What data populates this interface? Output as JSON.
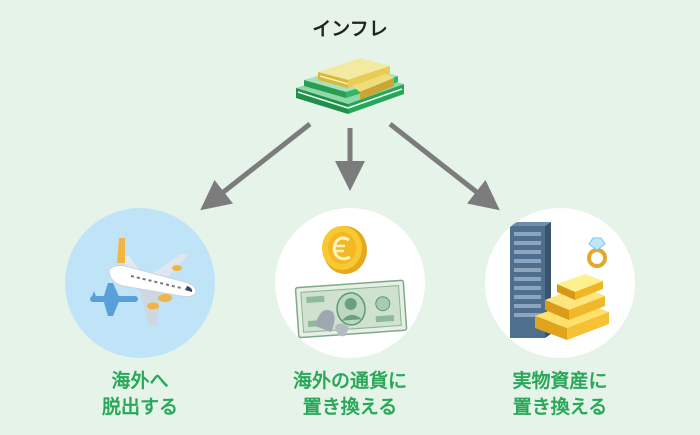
{
  "title": "インフレ",
  "options": [
    {
      "line1": "海外へ",
      "line2": "脱出する"
    },
    {
      "line1": "海外の通貨に",
      "line2": "置き換える"
    },
    {
      "line1": "実物資産に",
      "line2": "置き換える"
    }
  ],
  "icons": {
    "top": "money-stack-icon",
    "option1": "airplane-icon",
    "option2": "currency-coin-banknote-icon",
    "option3": "building-gold-ring-icon"
  },
  "colors": {
    "background": "#e5f3e9",
    "caption": "#2aa85a",
    "arrow": "#7c7c7c",
    "plane_circle": "#bfe3f7"
  }
}
